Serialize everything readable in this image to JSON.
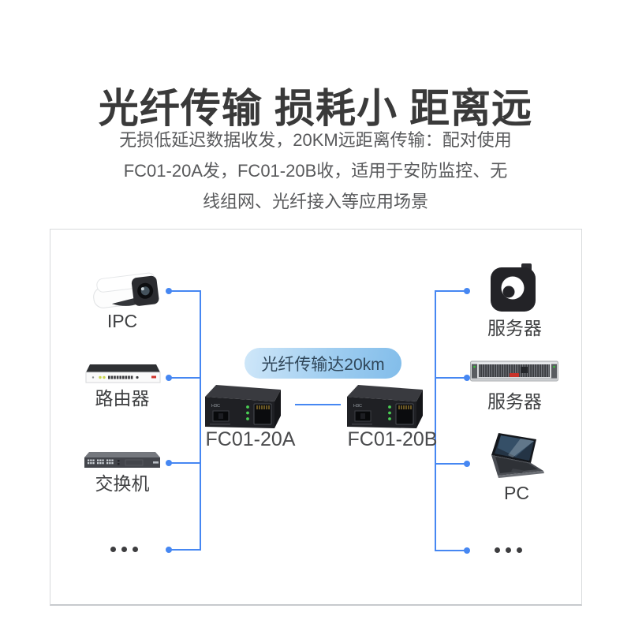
{
  "header": {
    "title": "光纤传输 损耗小 距离远",
    "subtitle_line1": "无损低延迟数据收发，20KM远距离传输：配对使用",
    "subtitle_line2": "FC01-20A发，FC01-20B收，适用于安防监控、无",
    "subtitle_line3": "线组网、光纤接入等应用场景"
  },
  "diagram": {
    "fiber_link_badge": "光纤传输达20km",
    "ipc_label": "IPC",
    "router_label": "路由器",
    "switch_label": "交换机",
    "converter_a_label": "FC01-20A",
    "converter_b_label": "FC01-20B",
    "server_top_label": "服务器",
    "server_mid_label": "服务器",
    "pc_label": "PC",
    "icons": [
      "ip-camera-icon",
      "router-icon",
      "switch-icon",
      "media-converter-icon",
      "media-converter-icon",
      "cloud-camera-server-icon",
      "rack-server-icon",
      "laptop-icon",
      "more-devices-ellipsis",
      "more-devices-ellipsis"
    ],
    "colors": {
      "connector_blue": "#4687F2",
      "pill_background_start": "#CFE7F9",
      "pill_background_end": "#82BDEA",
      "pill_text": "#30475A",
      "title_text": "#3A3A3A",
      "subtitle_text": "#58595B"
    }
  }
}
